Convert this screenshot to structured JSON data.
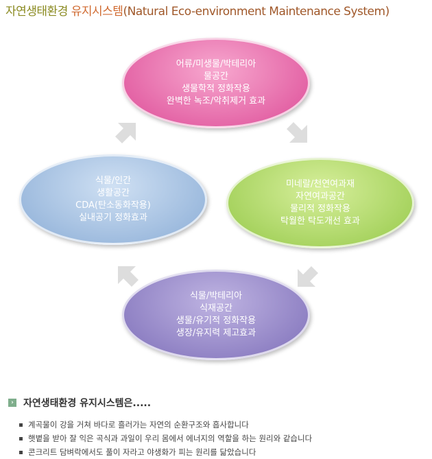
{
  "title": {
    "korean_a": "자연생태환경",
    "korean_b": "유지시스템",
    "english": "(Natural Eco-environment Maintenance System)"
  },
  "nodes": {
    "top": [
      "어류/미생물/박테리아",
      "물공간",
      "생물학적 정화작용",
      "완벽한 녹조/악취제거 효과"
    ],
    "right": [
      "미네랄/천연여과재",
      "자연여과공간",
      "물리적 정화작용",
      "탁월한 탁도개선 효과"
    ],
    "bottom": [
      "식물/박테리아",
      "식재공간",
      "생물/유기적 정화작용",
      "생장/유지력 제고효과"
    ],
    "left": [
      "식물/인간",
      "생활공간",
      "CDA(탄소동화작용)",
      "실내공기 정화효과"
    ]
  },
  "info": {
    "heading": "자연생태환경 유지시스템은.....",
    "bullet_icon": "›",
    "items": [
      "계곡물이 강을 거쳐 바다로 흘러가는 자연의 순환구조와 흡사합니다",
      "햇볕을 받아 잘 익은 곡식과 과일이 우리 몸에서 에너지의 역할을 하는 원리와 같습니다",
      "콘크리트 담벼락에서도 풀이 자라고 야생화가 피는 원리를 닮았습니다"
    ]
  }
}
